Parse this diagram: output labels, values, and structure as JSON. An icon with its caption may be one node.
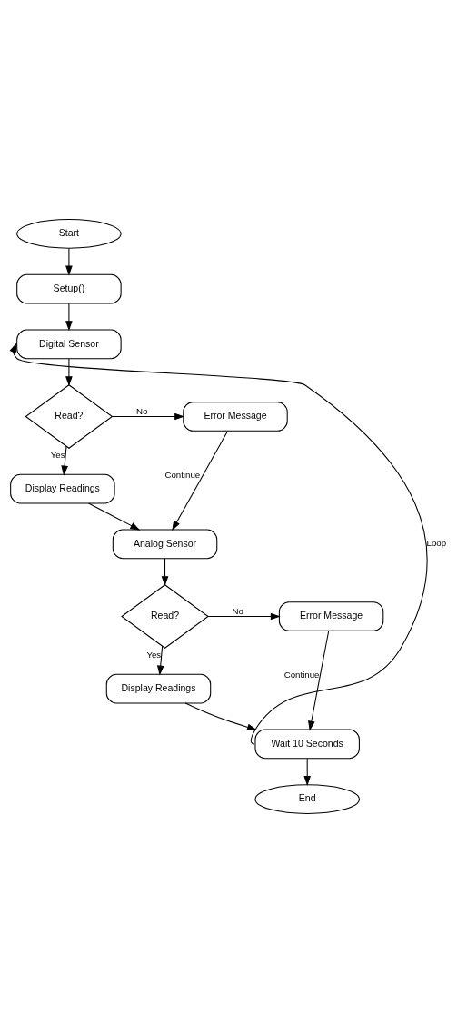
{
  "diagram": {
    "nodes": [
      {
        "text": [
          "Start"
        ]
      },
      {
        "text": [
          "Setup()"
        ]
      },
      {
        "text": [
          "Digital Sensor"
        ]
      },
      {
        "text": [
          "Read?"
        ]
      },
      {
        "text": [
          "Error Message"
        ]
      },
      {
        "text": [
          "Display Readings"
        ]
      },
      {
        "text": [
          "Analog Sensor"
        ]
      },
      {
        "text": [
          "Read?"
        ]
      },
      {
        "text": [
          "Error Message"
        ]
      },
      {
        "text": [
          "Display Readings"
        ]
      },
      {
        "text": [
          "Wait 10 Seconds"
        ]
      },
      {
        "text": [
          "End"
        ]
      }
    ],
    "edges": [
      {
        "from": 0,
        "to": 1,
        "arrow": "to"
      },
      {
        "from": 1,
        "to": 2,
        "arrow": "to"
      },
      {
        "from": 2,
        "to": 3,
        "arrow": "to"
      },
      {
        "from": 3,
        "to": 4,
        "arrow": "to",
        "label": "No"
      },
      {
        "from": 3,
        "to": 5,
        "arrow": "to",
        "label": "Yes"
      },
      {
        "from": 5,
        "to": 6,
        "arrow": "to"
      },
      {
        "from": 4,
        "to": 6,
        "arrow": "to",
        "label": "Continue"
      },
      {
        "from": 6,
        "to": 7,
        "arrow": "to"
      },
      {
        "from": 7,
        "to": 8,
        "arrow": "to",
        "label": "No"
      },
      {
        "from": 7,
        "to": 9,
        "arrow": "to",
        "label": "Yes"
      },
      {
        "from": 9,
        "to": 10,
        "arrow": "to"
      },
      {
        "from": 8,
        "to": 10,
        "arrow": "to",
        "label": "Continue"
      },
      {
        "from": 10,
        "to": 2,
        "arrow": "to",
        "label": "Loop"
      },
      {
        "from": 10,
        "to": 11,
        "arrow": "to"
      }
    ]
  }
}
